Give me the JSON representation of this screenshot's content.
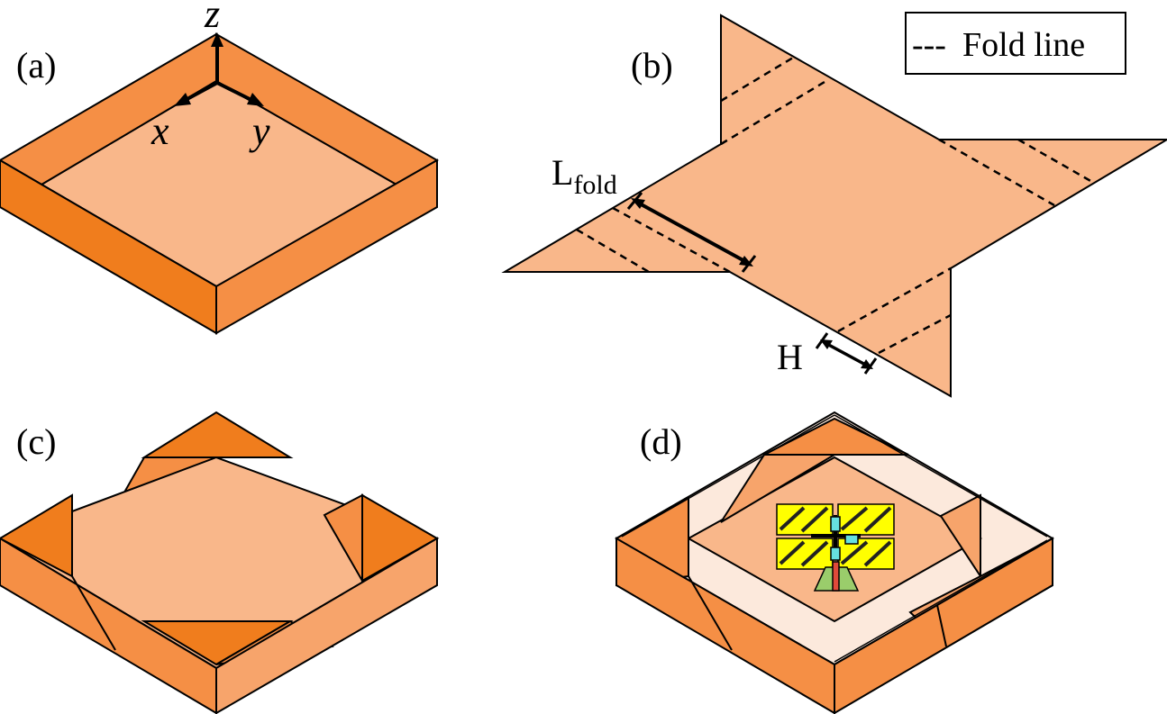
{
  "panels": {
    "a": {
      "label": "(a)"
    },
    "b": {
      "label": "(b)"
    },
    "c": {
      "label": "(c)"
    },
    "d": {
      "label": "(d)"
    }
  },
  "axes": {
    "x": "x",
    "y": "y",
    "z": "z"
  },
  "dimensions": {
    "l_fold_main": "L",
    "l_fold_sub": "fold",
    "h": "H"
  },
  "legend": {
    "dash_sample": "---",
    "text": "Fold line"
  },
  "colors": {
    "floor": "#F9B78A",
    "wall_dark": "#F07D1D",
    "wall_mid": "#F58F45",
    "wall_light": "#F7A46B",
    "patch": "#FFFF00",
    "feed_stem": "#E04A3A",
    "feed_base": "#9ACD6B",
    "feed_connector": "#66E0E0"
  }
}
